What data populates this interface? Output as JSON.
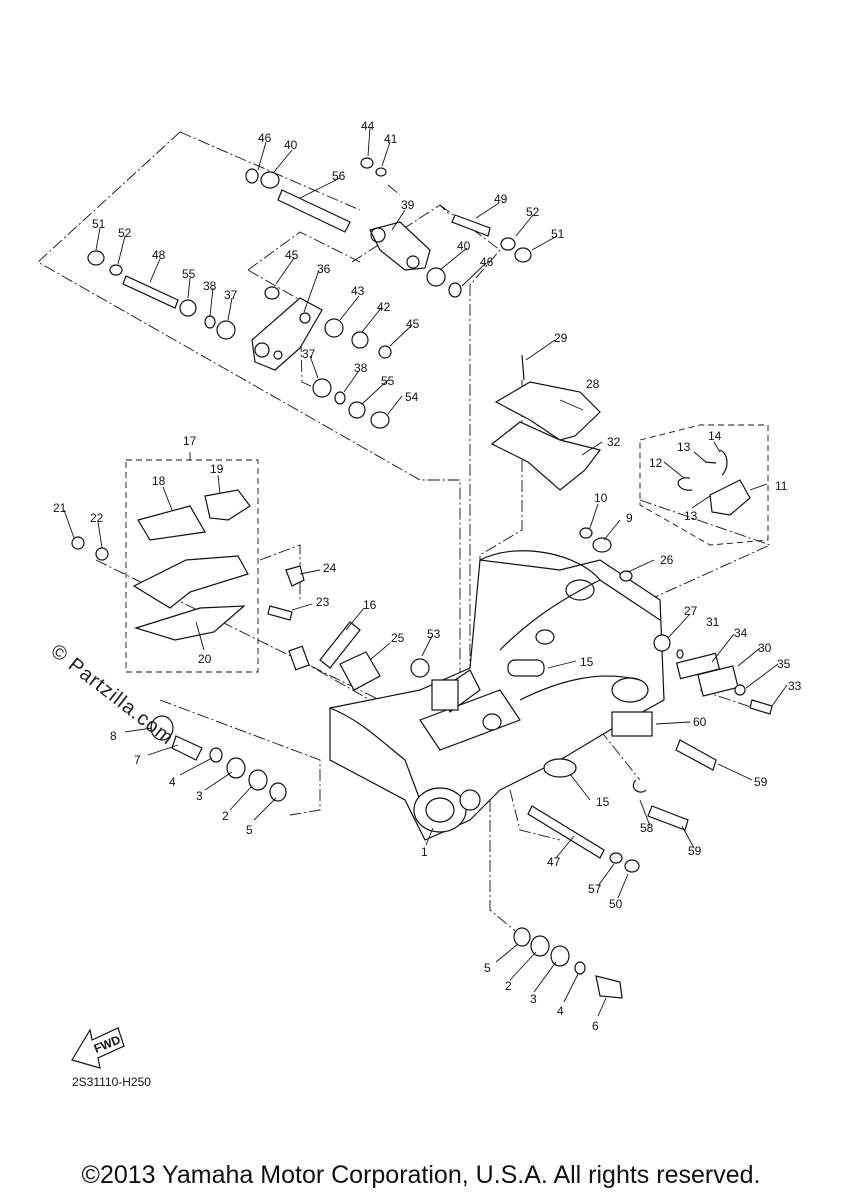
{
  "figure_code": "2S31110-H250",
  "watermark": "© Partzilla.com",
  "fwd_label": "FWD",
  "copyright": "©2013 Yamaha Motor Corporation, U.S.A. All rights reserved.",
  "callouts": {
    "n1": "1",
    "n2a": "2",
    "n2b": "2",
    "n3a": "3",
    "n3b": "3",
    "n4a": "4",
    "n4b": "4",
    "n5a": "5",
    "n5b": "5",
    "n6": "6",
    "n7": "7",
    "n8": "8",
    "n9": "9",
    "n10": "10",
    "n11": "11",
    "n12": "12",
    "n13a": "13",
    "n13b": "13",
    "n14": "14",
    "n15a": "15",
    "n15b": "15",
    "n16": "16",
    "n17": "17",
    "n18": "18",
    "n19": "19",
    "n20": "20",
    "n21": "21",
    "n22": "22",
    "n23": "23",
    "n24": "24",
    "n25": "25",
    "n26": "26",
    "n27": "27",
    "n28": "28",
    "n29": "29",
    "n30": "30",
    "n31": "31",
    "n32": "32",
    "n33": "33",
    "n34": "34",
    "n35": "35",
    "n36": "36",
    "n37a": "37",
    "n37b": "37",
    "n38a": "38",
    "n38b": "38",
    "n39": "39",
    "n40a": "40",
    "n40b": "40",
    "n41": "41",
    "n42": "42",
    "n43": "43",
    "n44": "44",
    "n45a": "45",
    "n45b": "45",
    "n46a": "46",
    "n46b": "46",
    "n47": "47",
    "n48": "48",
    "n49": "49",
    "n50": "50",
    "n51a": "51",
    "n51b": "51",
    "n52a": "52",
    "n52b": "52",
    "n53": "53",
    "n54": "54",
    "n55a": "55",
    "n55b": "55",
    "n56": "56",
    "n57": "57",
    "n58": "58",
    "n59a": "59",
    "n59b": "59",
    "n60": "60"
  }
}
